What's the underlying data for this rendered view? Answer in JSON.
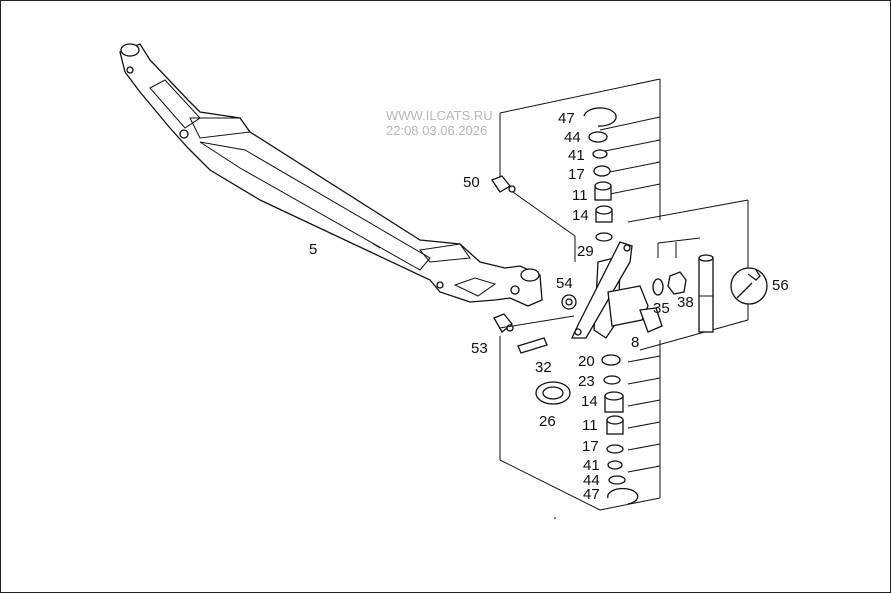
{
  "watermark": {
    "site": "WWW.ILCATS.RU",
    "timestamp": "22:08 03.06.2026"
  },
  "labels": {
    "p5": "5",
    "p50": "50",
    "p53": "53",
    "p54": "54",
    "p32": "32",
    "p26": "26",
    "p8": "8",
    "p35": "35",
    "p38": "38",
    "p56": "56",
    "top": {
      "p47": "47",
      "p44": "44",
      "p41": "41",
      "p17": "17",
      "p11": "11",
      "p14": "14",
      "p29": "29"
    },
    "bottom": {
      "p20": "20",
      "p23": "23",
      "p14": "14",
      "p11": "11",
      "p17": "17",
      "p41": "41",
      "p44": "44",
      "p47": "47"
    }
  }
}
